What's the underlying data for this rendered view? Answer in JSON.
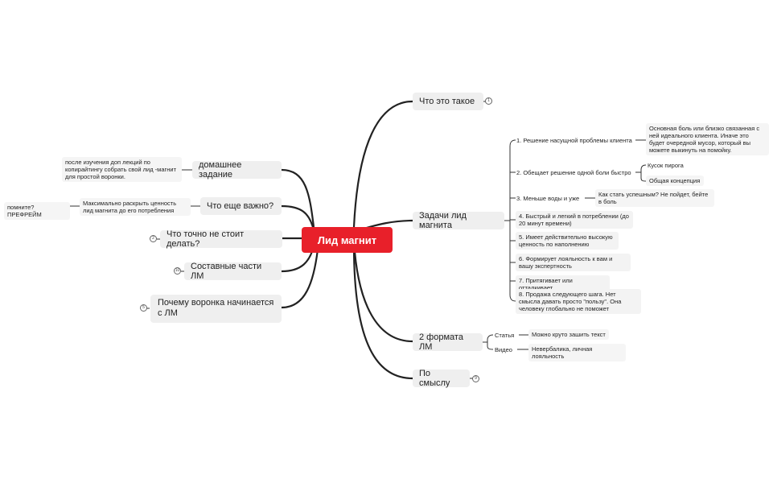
{
  "root": {
    "label": "Лид магнит"
  },
  "right": {
    "what": {
      "label": "Что это такое",
      "badge": "1"
    },
    "tasks": {
      "label": "Задачи лид магнита",
      "items": [
        {
          "label": "1. Решение насущной проблемы клиента",
          "child": "Основная боль или близко связанная с ней идеального клиента. Иначе это будет очередной мусор, который вы можете выкинуть на помойку."
        },
        {
          "label": "2. Обещает решение одной боли быстро",
          "children": [
            "Кусок пирога",
            "Общая концепция"
          ]
        },
        {
          "label": "3. Меньше воды и уже",
          "child": "Как стать успешным? Не пойдет, бейте в боль"
        },
        {
          "label": "4. Быстрый и легкий в потреблении (до 20 минут времени)"
        },
        {
          "label": "5. Имеет действительно высокую ценность по наполнению"
        },
        {
          "label": "6. Формирует лояльность к вам и вашу экспертность"
        },
        {
          "label": "7. Притягивает или отталкивает"
        },
        {
          "label": "8. Продажа следующего шага. Нет смысла давать просто \"пользу\". Она человеку глобально не поможет"
        }
      ]
    },
    "formats": {
      "label": "2 формата ЛМ",
      "items": [
        {
          "label": "Статья",
          "child": "Можно круто зашить текст"
        },
        {
          "label": "Видео",
          "child": "Невербалика, личная лояльность"
        }
      ]
    },
    "meaning": {
      "label": "По смыслу",
      "badge": "9"
    }
  },
  "left": {
    "homework": {
      "label": "домашнее задание",
      "child": "после изучения доп лекций по копирайтингу собрать свой лид -магнит для простой воронки."
    },
    "important": {
      "label": "Что еще важно?",
      "child": "Максимально раскрыть ценность лид магнита до его потребления",
      "grandchild": "помните? ПРЕФРЕЙМ"
    },
    "dont": {
      "label": "Что точно не стоит делать?",
      "badge": "2"
    },
    "parts": {
      "label": "Составные части ЛМ",
      "badge": "10"
    },
    "funnel": {
      "label": "Почему воронка начинается с ЛМ",
      "badge": "5"
    }
  },
  "colors": {
    "root": "#e8202a",
    "line": "#222222",
    "node": "#efefef"
  }
}
